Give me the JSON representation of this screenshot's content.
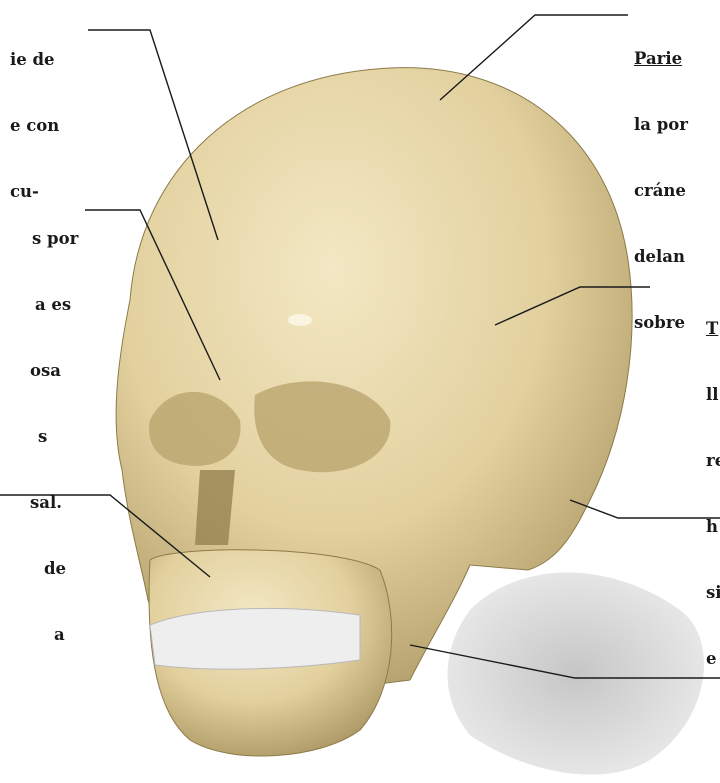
{
  "diagram": {
    "colors": {
      "bone": "#e6d6a8",
      "bone_shadow": "#9c8a5a",
      "shadow": "#cfcfcf",
      "teeth": "#eeeeee",
      "line": "#1a1a1a"
    },
    "labels": {
      "frontal": [
        "ie de",
        "e con",
        "cu-"
      ],
      "nasal": [
        "s por",
        "a es",
        "osa",
        "s",
        "sal.",
        "de",
        "a"
      ],
      "parietal": {
        "title": "Parie",
        "lines": [
          "la por",
          "cráne",
          "delan",
          "sobre"
        ]
      },
      "temporal": {
        "title": "T",
        "lines": [
          "ll",
          "re",
          "h",
          "si",
          "e"
        ]
      }
    }
  }
}
